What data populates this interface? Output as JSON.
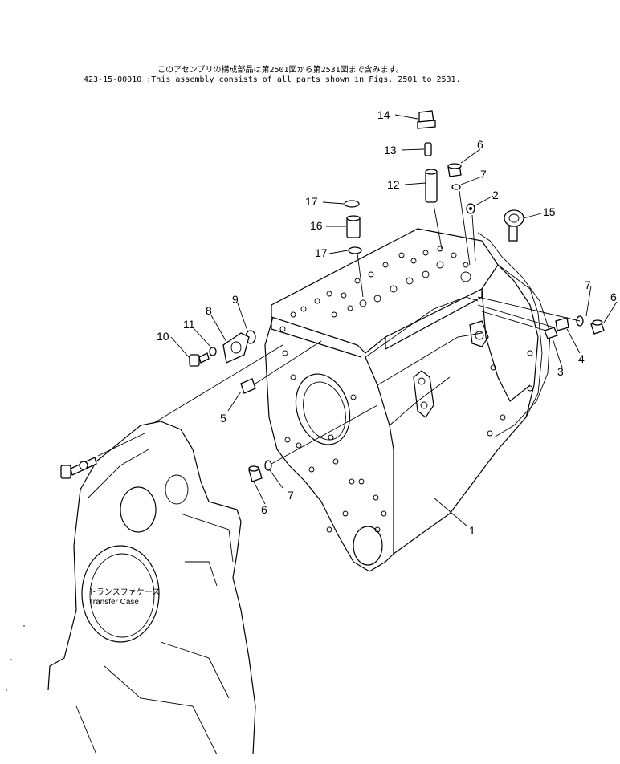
{
  "header": {
    "line_jp": "このアセンブリの構成部品は第2501図から第2531図まで含みます。",
    "line_en": "423-15-00010 :This assembly consists of all parts shown in Figs. 2501 to 2531."
  },
  "labels": {
    "transfer_case_jp": "トランスファケース",
    "transfer_case_en": "Transfer Case"
  },
  "callouts": {
    "p1": "1",
    "p2": "2",
    "p3": "3",
    "p4": "4",
    "p5": "5",
    "p6a": "6",
    "p6b": "6",
    "p6c": "6",
    "p7a": "7",
    "p7b": "7",
    "p7c": "7",
    "p8": "8",
    "p9": "9",
    "p10": "10",
    "p11": "11",
    "p12": "12",
    "p13": "13",
    "p14": "14",
    "p15": "15",
    "p16": "16",
    "p17a": "17",
    "p17b": "17"
  }
}
